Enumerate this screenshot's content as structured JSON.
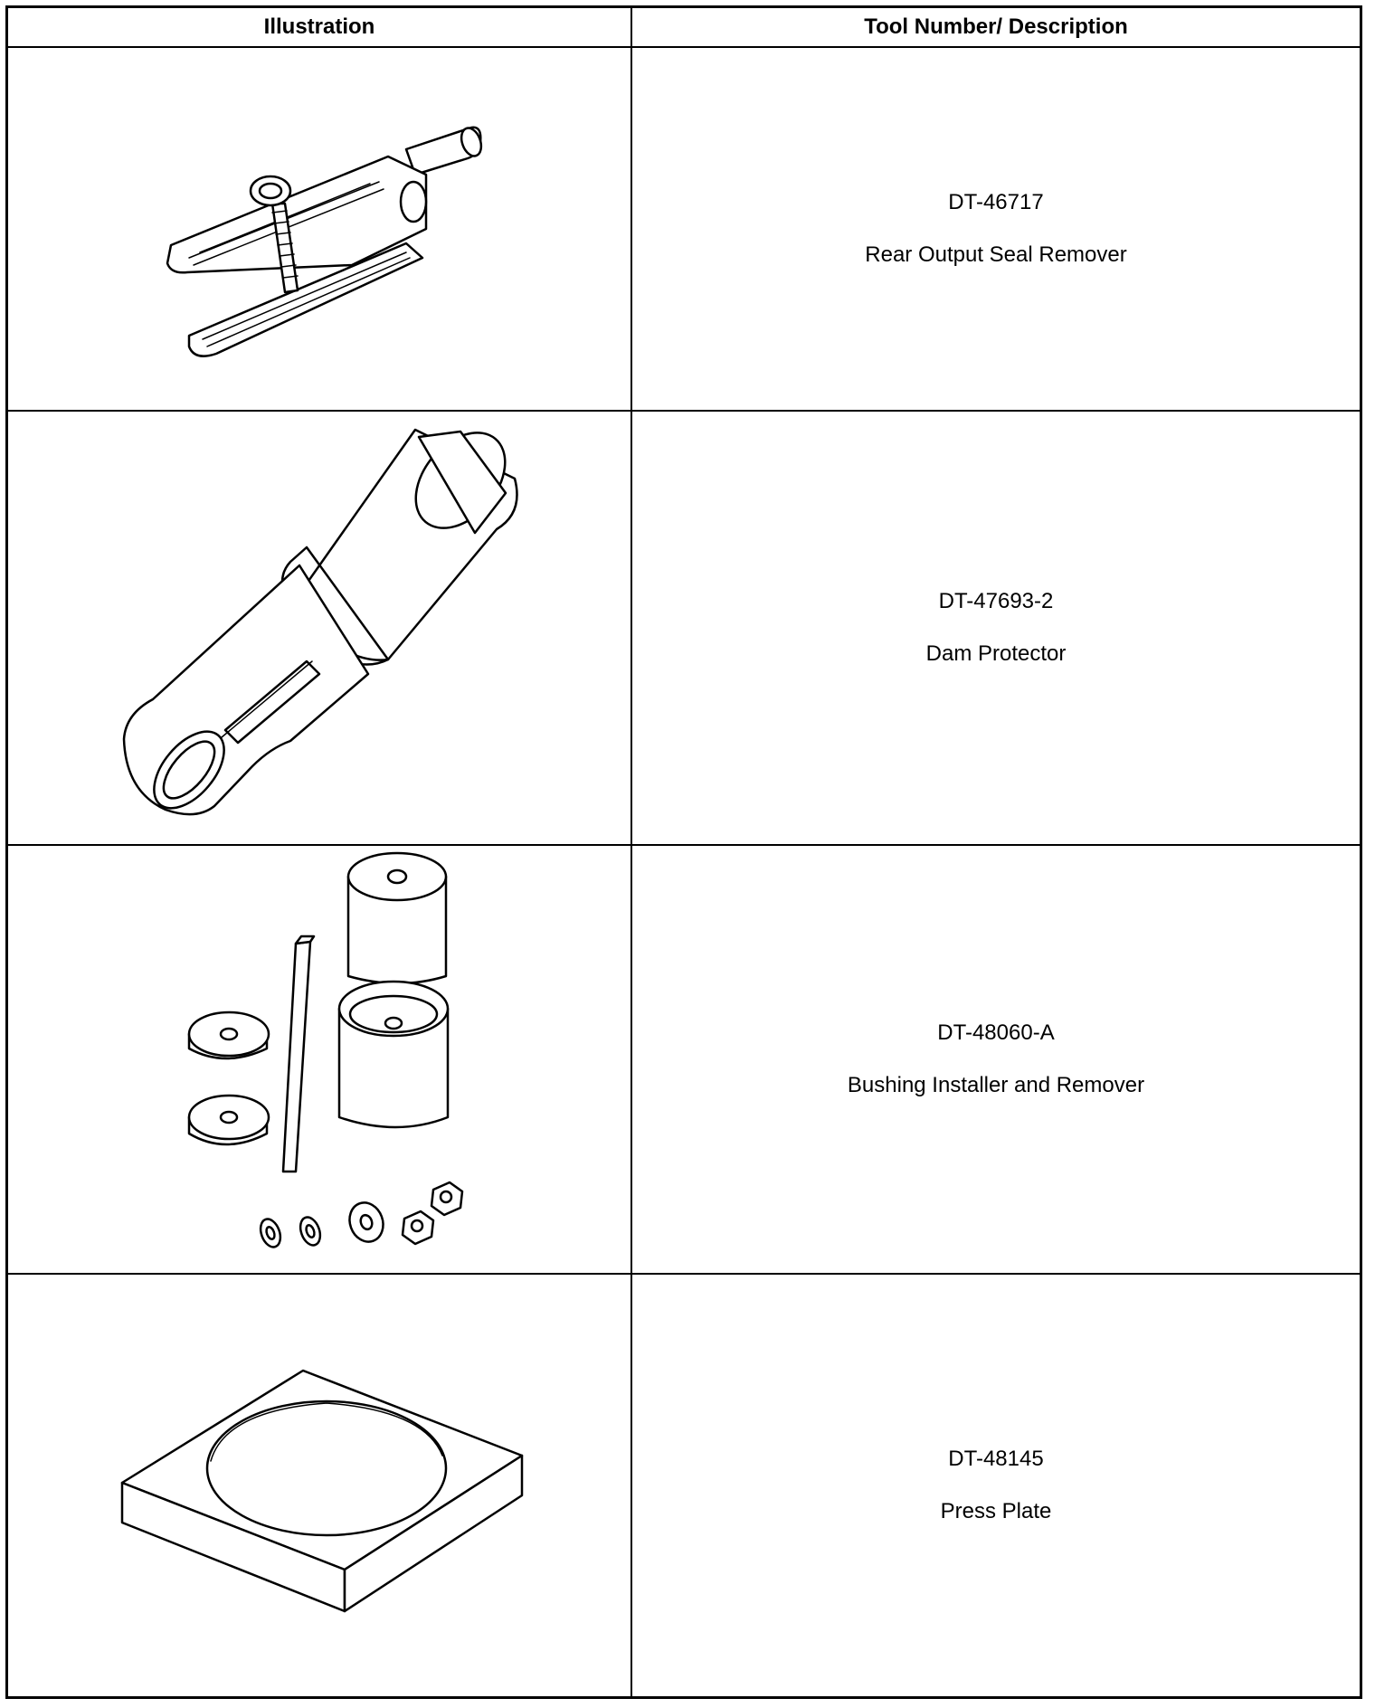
{
  "header": {
    "col1": "Illustration",
    "col2": "Tool Number/ Description"
  },
  "rows": [
    {
      "number": "DT-46717",
      "description": "Rear Output Seal Remover",
      "icon": "seal-remover-illustration"
    },
    {
      "number": "DT-47693-2",
      "description": "Dam Protector",
      "icon": "dam-protector-illustration"
    },
    {
      "number": "DT-48060-A",
      "description": "Bushing Installer and Remover",
      "icon": "bushing-kit-illustration"
    },
    {
      "number": "DT-48145",
      "description": "Press Plate",
      "icon": "press-plate-illustration"
    }
  ]
}
